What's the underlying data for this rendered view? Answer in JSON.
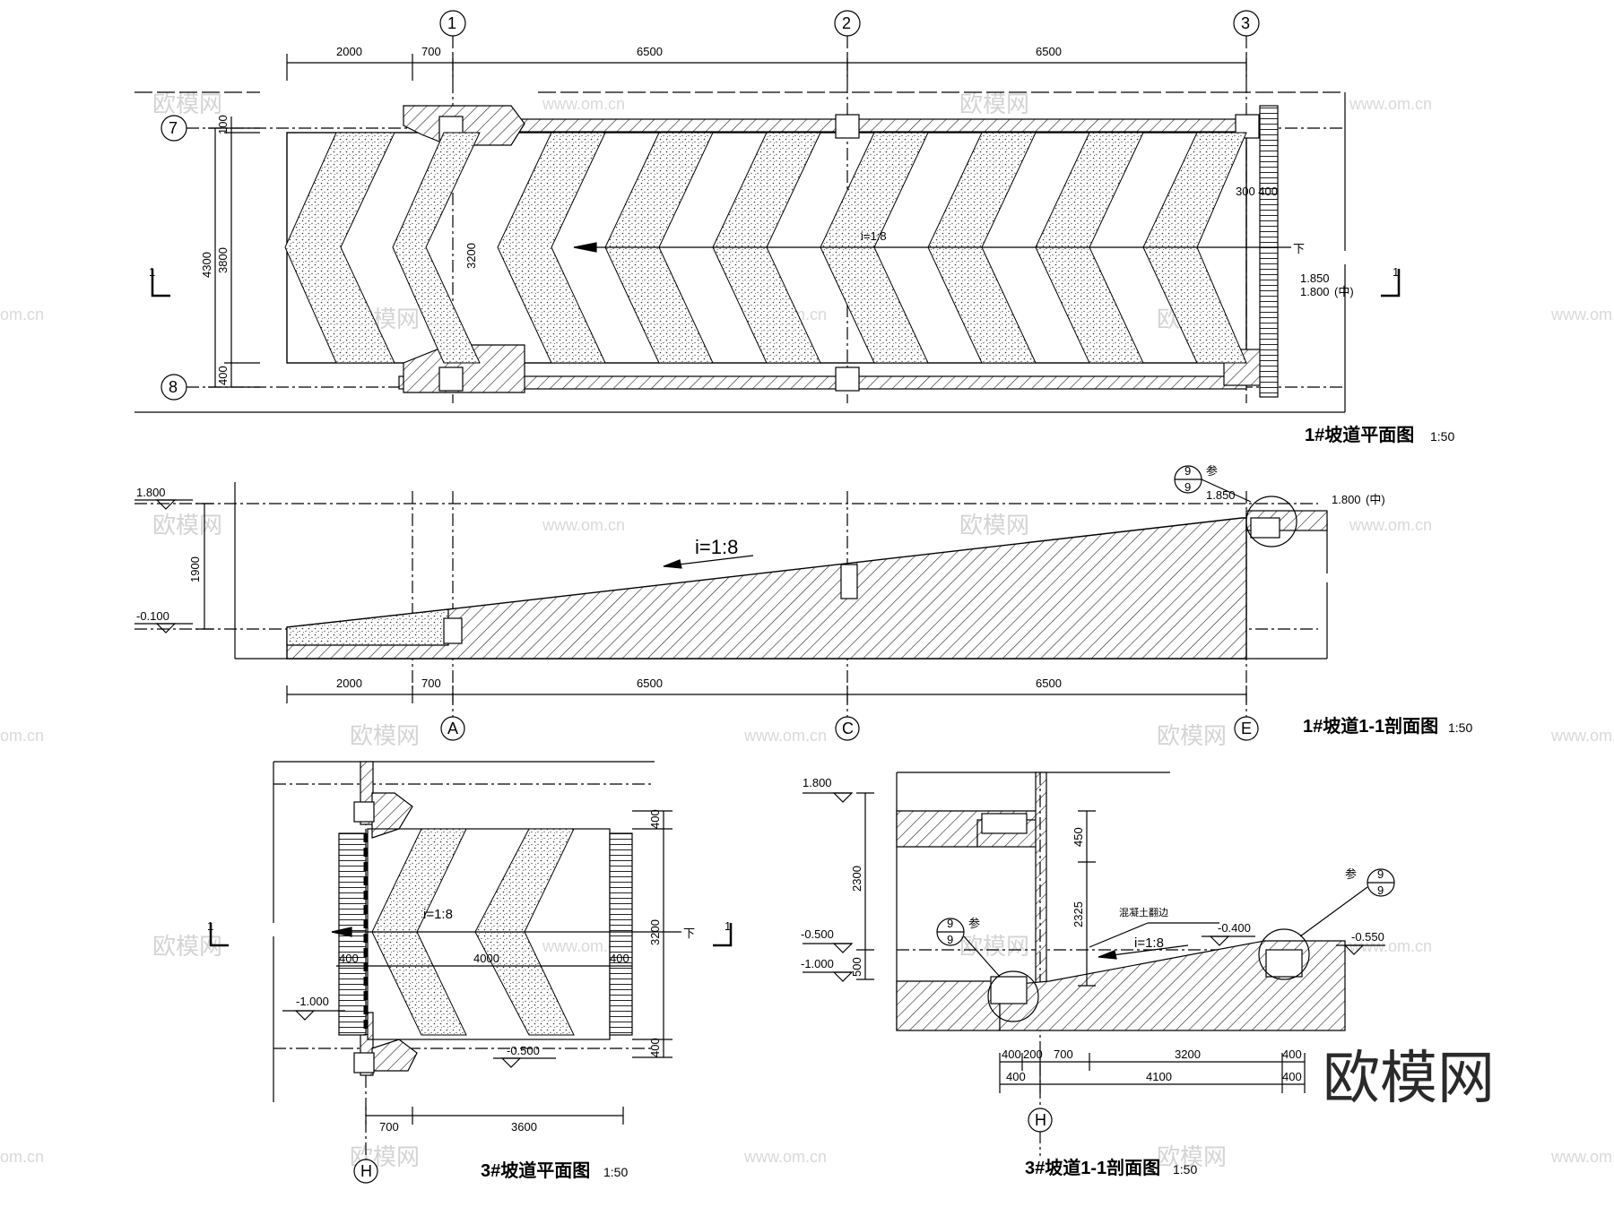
{
  "drawings": {
    "plan1": {
      "title": "1#坡道平面图",
      "scale": "1:50",
      "axes_top": [
        "1",
        "2",
        "3"
      ],
      "axes_left": [
        "7",
        "8"
      ],
      "dims_top": [
        "2000",
        "700",
        "6500",
        "6500"
      ],
      "dims_left": [
        "4300",
        "3800",
        "100",
        "400"
      ],
      "dim_inner": "3200",
      "dim_right": "300 400",
      "slope": "i=1:8",
      "down": "下",
      "elev_1": "1.850",
      "elev_2": "1.800",
      "elev_2_note": "(中)",
      "section_mark": "1"
    },
    "section1": {
      "title": "1#坡道1-1剖面图",
      "scale": "1:50",
      "axes_bottom": [
        "A",
        "C",
        "E"
      ],
      "dims_bottom": [
        "2000",
        "700",
        "6500",
        "6500"
      ],
      "dim_height": "1900",
      "slope": "i=1:8",
      "elev_top_left": "1.800",
      "elev_bottom_left": "-0.100",
      "elev_top": "1.850",
      "elev_right": "1.800",
      "elev_right_note": "(中)",
      "ref_num": "9",
      "ref_den": "9",
      "ref_note": "参"
    },
    "plan3": {
      "title": "3#坡道平面图",
      "scale": "1:50",
      "axis_bottom": "H",
      "dims_bottom": [
        "700",
        "3600"
      ],
      "dims_inner": [
        "400",
        "4000",
        "400"
      ],
      "dims_right": [
        "400",
        "3200",
        "400"
      ],
      "slope": "i=1:8",
      "down": "下",
      "elev_left": "-1.000",
      "elev_bottom": "-0.500",
      "section_mark": "1"
    },
    "section3": {
      "title": "3#坡道1-1剖面图",
      "scale": "1:50",
      "axis_bottom": "H",
      "dims_bottom_row1": [
        "400",
        "200",
        "700",
        "3200",
        "400"
      ],
      "dims_bottom_row2": [
        "400",
        "4100",
        "400"
      ],
      "dims_left": [
        "2300",
        "500"
      ],
      "dims_mid": [
        "450",
        "2325"
      ],
      "slope": "i=1:8",
      "elev_top": "1.800",
      "elev_mid": "-0.500",
      "elev_low": "-1.000",
      "elev_ramp": "-0.400",
      "elev_right": "-0.550",
      "note": "混凝土翻边",
      "ref_num": "9",
      "ref_den": "9",
      "ref_note": "参"
    }
  },
  "watermark": {
    "text": "欧模网",
    "url": "www.om.cn",
    "url_short": "om.cn",
    "logo": "欧模网"
  }
}
